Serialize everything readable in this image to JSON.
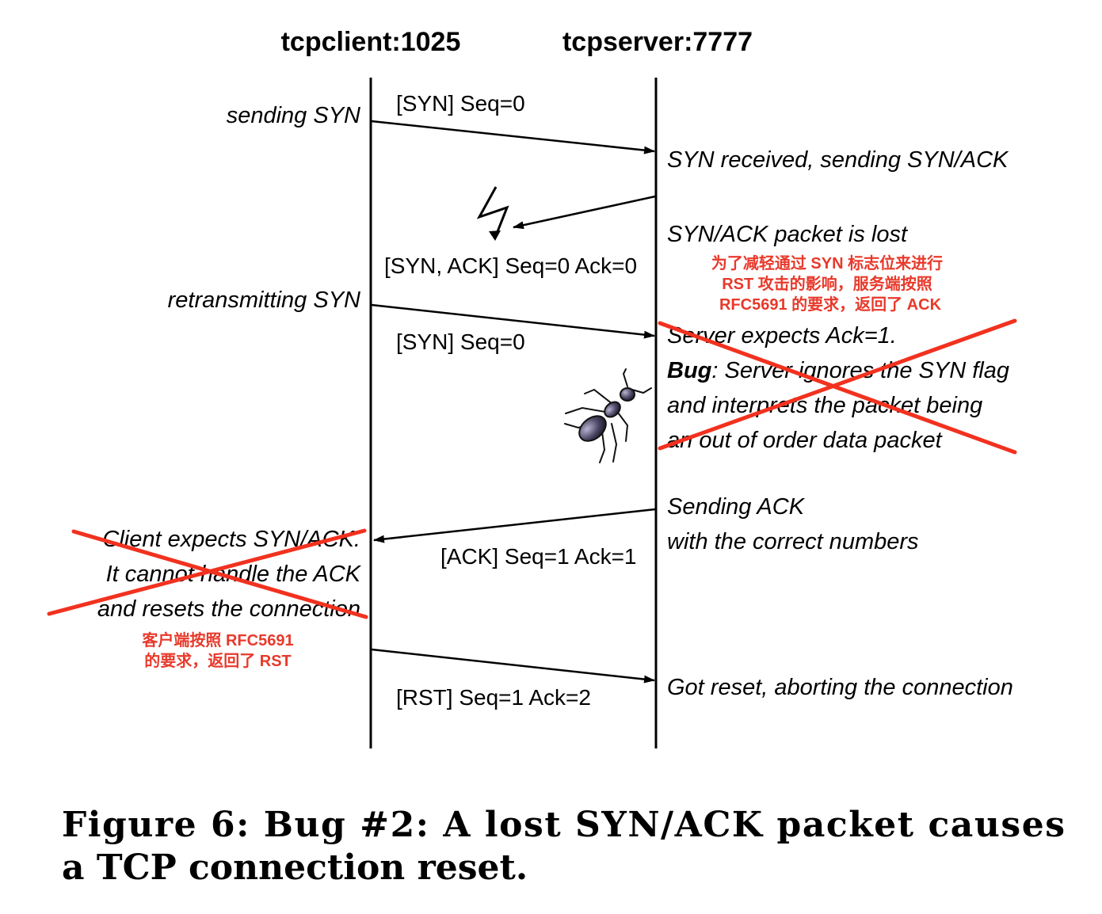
{
  "participants": {
    "client": "tcpclient:1025",
    "server": "tcpserver:7777"
  },
  "messages": {
    "syn_1": "[SYN] Seq=0",
    "synack": "[SYN, ACK] Seq=0 Ack=0",
    "syn_2": "[SYN] Seq=0",
    "ack": "[ACK] Seq=1 Ack=1",
    "rst": "[RST] Seq=1 Ack=2"
  },
  "client_notes": {
    "sending_syn": "sending SYN",
    "retransmitting_syn": "retransmitting SYN",
    "expects_line1": "Client expects SYN/ACK.",
    "expects_line2": "It cannot handle the ACK",
    "expects_line3": "and resets the connection"
  },
  "server_notes": {
    "syn_received": "SYN received, sending SYN/ACK",
    "synack_lost": "SYN/ACK packet is lost",
    "expects_ack": "Server expects Ack=1.",
    "bug_word": "Bug",
    "bug_line1_rest": ": Server ignores the SYN flag",
    "bug_line2": "and interprets the packet being",
    "bug_line3": "an out of order data packet",
    "sending_ack_line1": "Sending ACK",
    "sending_ack_line2": "with the correct numbers",
    "got_reset": "Got reset, aborting the connection"
  },
  "annotations": {
    "server_cn_line1": "为了减轻通过 SYN 标志位来进行",
    "server_cn_line2": "RST 攻击的影响，服务端按照",
    "server_cn_line3": "RFC5691 的要求，返回了 ACK",
    "client_cn_line1": "客户端按照 RFC5691",
    "client_cn_line2": "的要求，返回了 RST"
  },
  "caption": {
    "line1": "Figure 6: Bug #2: A lost SYN/ACK packet causes",
    "line2": "a TCP connection reset."
  },
  "colors": {
    "annotation_red": "#e8392b",
    "cross_red": "#f2311f",
    "ink": "#000000"
  },
  "icons": [
    "lightning-icon",
    "ant-bug-icon"
  ]
}
